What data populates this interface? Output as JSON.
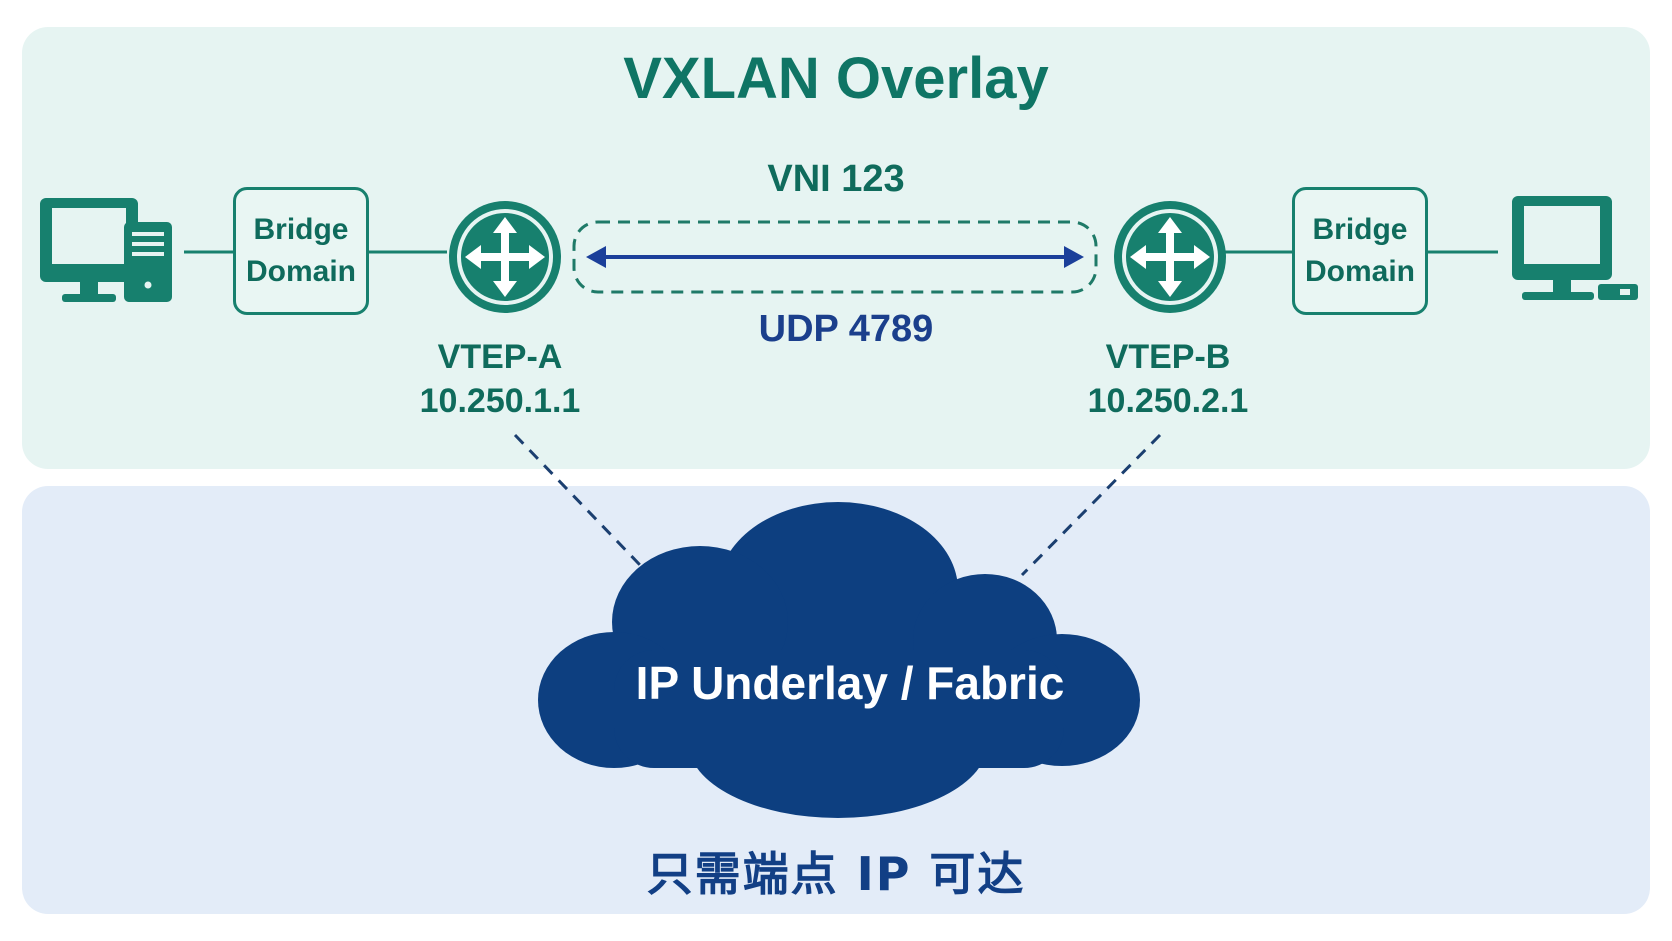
{
  "overlay": {
    "title": "VXLAN Overlay",
    "tunnel": {
      "vni_label": "VNI 123",
      "udp_label": "UDP 4789"
    },
    "left": {
      "bridge_domain": [
        "Bridge",
        "Domain"
      ],
      "vtep_name": "VTEP-A",
      "vtep_ip": "10.250.1.1"
    },
    "right": {
      "bridge_domain": [
        "Bridge",
        "Domain"
      ],
      "vtep_name": "VTEP-B",
      "vtep_ip": "10.250.2.1"
    }
  },
  "underlay": {
    "cloud_label": "IP Underlay / Fabric",
    "note": "只需端点 IP 可达"
  },
  "colors": {
    "overlay_bg": "#e6f4f2",
    "underlay_bg": "#e3ecf8",
    "teal": "#17806e",
    "tunnel_arrow": "#1b3f9a",
    "cloud": "#0d3f80"
  },
  "icons": [
    "desktop-computer-icon",
    "router-icon",
    "cloud-icon"
  ]
}
